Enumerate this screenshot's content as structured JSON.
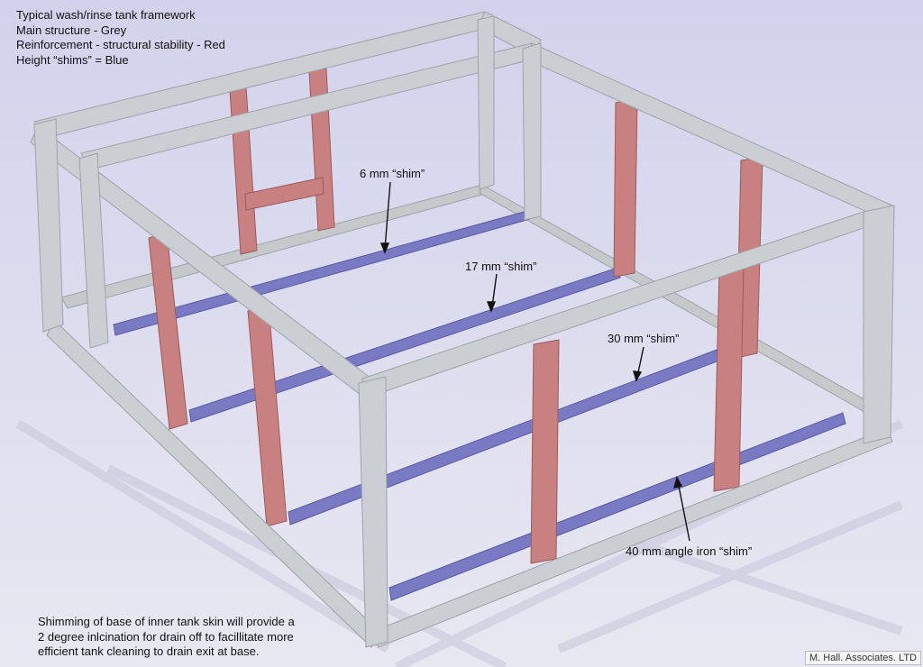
{
  "legend": {
    "title": "Typical wash/rinse tank framework",
    "main_structure": "Main structure - Grey",
    "reinforcement": "Reinforcement - structural stability - Red",
    "shims": "Height “shims” = Blue"
  },
  "callouts": {
    "shim_6mm": "6 mm “shim”",
    "shim_17mm": "17 mm “shim”",
    "shim_30mm": "30 mm “shim”",
    "shim_40mm": "40 mm angle iron “shim”"
  },
  "note": {
    "line1": "Shimming of base of inner tank skin will provide a",
    "line2": "2 degree inlcination for drain off to facillitate more",
    "line3": "efficient tank cleaning to drain exit at base."
  },
  "credit": "M. Hall. Associates. LTD",
  "colors": {
    "background": "#dcdcef",
    "main_structure": "#c9cdd0",
    "reinforcement": "#c98080",
    "shim": "#7a7ac4"
  }
}
